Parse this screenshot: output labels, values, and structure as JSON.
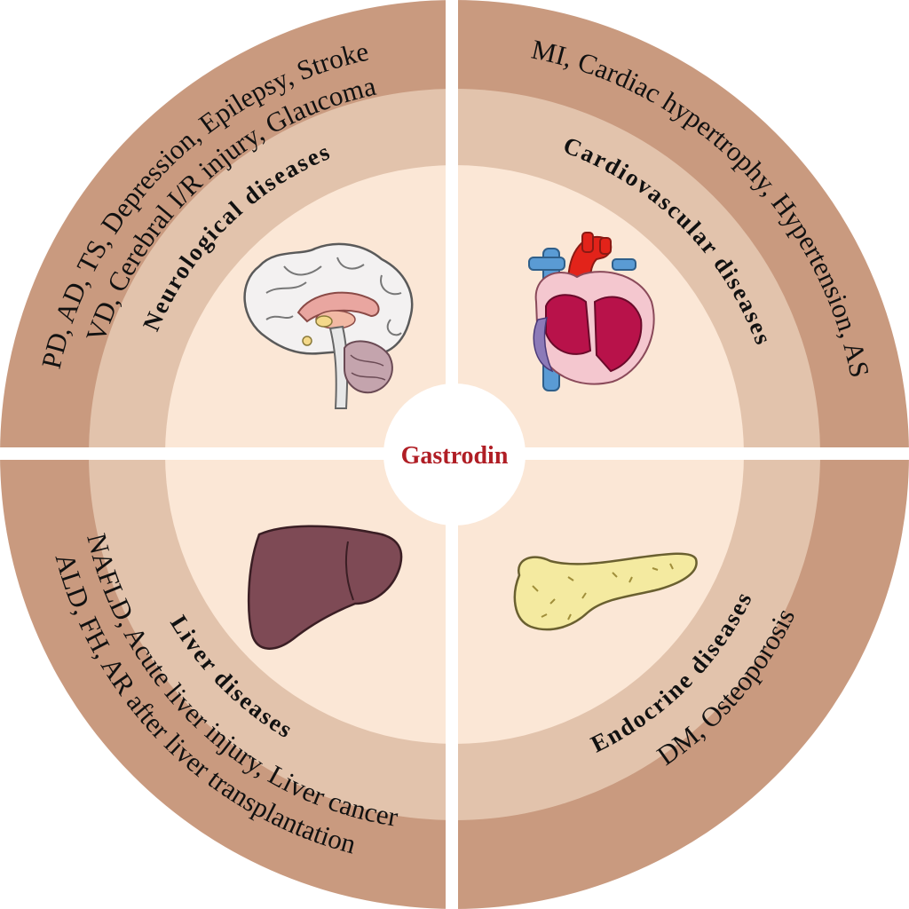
{
  "center": {
    "label": "Gastrodin"
  },
  "colors": {
    "outer_ring": "#c99a7f",
    "middle_ring": "#e2c3ac",
    "inner_disc": "#fbe7d6",
    "center_text": "#b01e25",
    "divider": "#ffffff"
  },
  "quadrants": {
    "neuro": {
      "title": "Neurological diseases",
      "line1": "PD, AD, TS, Depression, Epilepsy, Stroke",
      "line2": "VD, Cerebral I/R injury, Glaucoma",
      "icon": "brain-icon"
    },
    "cardio": {
      "title": "Cardiovascular diseases",
      "line1": "MI, Cardiac hypertrophy, Hypertension, AS",
      "icon": "heart-icon"
    },
    "liver": {
      "title": "Liver diseases",
      "line1": "ALD, FH, AR after liver transplantation",
      "line2": "NAFLD, Acute liver injury, Liver cancer",
      "icon": "liver-icon"
    },
    "endo": {
      "title": "Endocrine  diseases",
      "line1": "DM, Osteoporosis",
      "icon": "pancreas-icon"
    }
  }
}
